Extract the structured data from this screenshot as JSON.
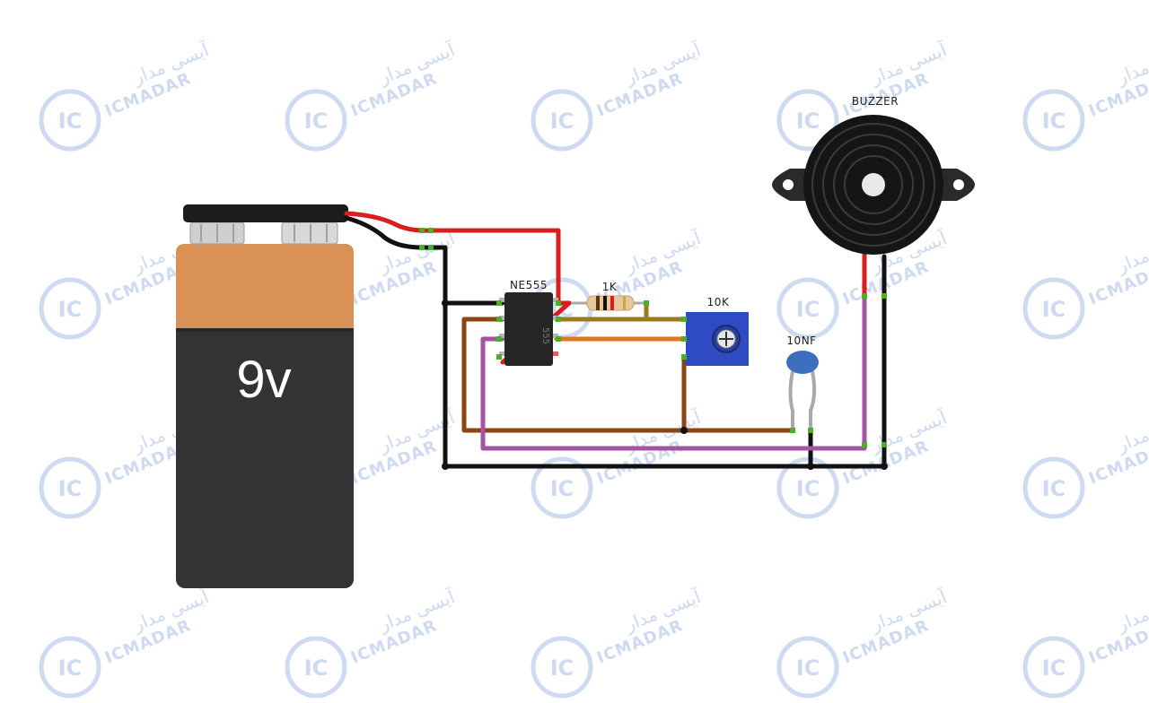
{
  "labels": {
    "battery": "9v",
    "ic": "NE555",
    "resistor": "1K",
    "potentiometer": "10K",
    "capacitor": "10NF",
    "buzzer": "BUZZER"
  },
  "watermark": {
    "brand": "ICMADAR",
    "persian": "آیسی مدار",
    "logo_text": "IC"
  },
  "colors": {
    "wire_red": "#d81f1f",
    "wire_black": "#111111",
    "wire_brown": "#8a4512",
    "wire_purple": "#a653a3",
    "wire_orange": "#e0761c",
    "wire_olive": "#9a7a20",
    "wire_gray": "#a9a9a9",
    "battery_top": "#d99155",
    "battery_body": "#333333",
    "pot_blue": "#2f4bc4",
    "capacitor_blue": "#3c6fbe"
  }
}
